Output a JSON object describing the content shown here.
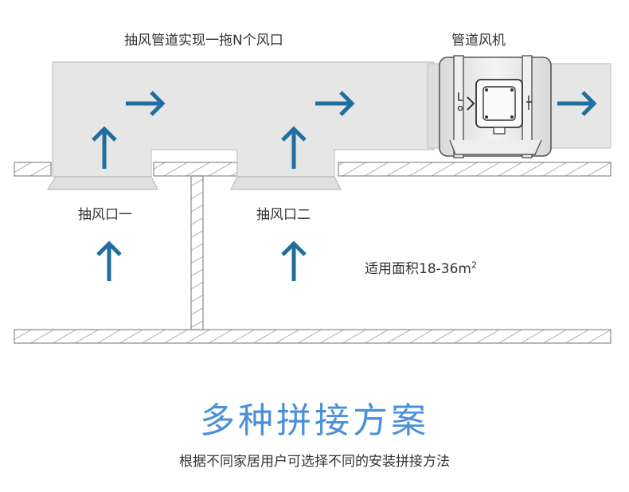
{
  "labels": {
    "duct_title": "抽风管道实现一拖N个风口",
    "fan_label": "管道风机",
    "outlet_one": "抽风口一",
    "outlet_two": "抽风口二",
    "area_prefix": "适用面积18-36m",
    "area_sup": "2"
  },
  "footer": {
    "title": "多种拼接方案",
    "subtitle": "根据不同家居用户可选择不同的安装拼接方法"
  },
  "colors": {
    "arrow": "#1f6e9e",
    "duct_fill": "#e6e6e6",
    "hatch": "#999999",
    "title_blue": "#4a90d9"
  }
}
